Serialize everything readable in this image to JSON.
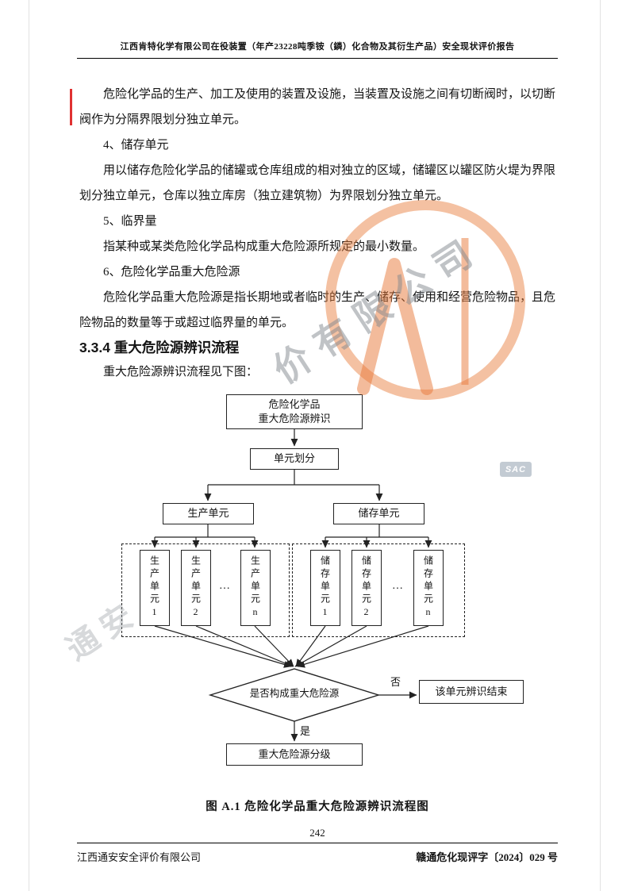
{
  "header": {
    "title": "江西肯特化学有限公司在役装置（年产23228吨季铵（鏻）化合物及其衍生产品）安全现状评价报告"
  },
  "body": {
    "paragraphs": [
      "危险化学品的生产、加工及使用的装置及设施，当装置及设施之间有切断阀时，以切断阀作为分隔界限划分独立单元。",
      "4、储存单元",
      "用以储存危险化学品的储罐或仓库组成的相对独立的区域，储罐区以罐区防火堤为界限划分独立单元，仓库以独立库房（独立建筑物）为界限划分独立单元。",
      "5、临界量",
      "指某种或某类危险化学品构成重大危险源所规定的最小数量。",
      "6、危险化学品重大危险源",
      "危险化学品重大危险源是指长期地或者临时的生产、储存、使用和经营危险物品，且危险物品的数量等于或超过临界量的单元。"
    ],
    "section_heading": "3.3.4 重大危险源辨识流程",
    "lead_in": "重大危险源辨识流程见下图："
  },
  "flowchart": {
    "top_box_line1": "危险化学品",
    "top_box_line2": "重大危险源辨识",
    "unit_division": "单元划分",
    "production_unit": "生产单元",
    "storage_unit": "储存单元",
    "production_items": [
      "生产单元1",
      "生产单元2",
      "生产单元n"
    ],
    "storage_items": [
      "储存单元1",
      "储存单元2",
      "储存单元n"
    ],
    "ellipsis": "…",
    "decision": "是否构成重大危险源",
    "no_label": "否",
    "yes_label": "是",
    "end_box": "该单元辨识结束",
    "grading_box": "重大危险源分级",
    "caption": "图 A.1  危险化学品重大危险源辨识流程图"
  },
  "footer": {
    "page_number": "242",
    "company": "江西通安安全评价有限公司",
    "doc_number": "赣通危化现评字〔2024〕029 号"
  },
  "watermark": {
    "diagonal_text": "价有限公司",
    "corner_text": "通安",
    "badge": "SAC",
    "ring_color": "#e87d3c"
  }
}
